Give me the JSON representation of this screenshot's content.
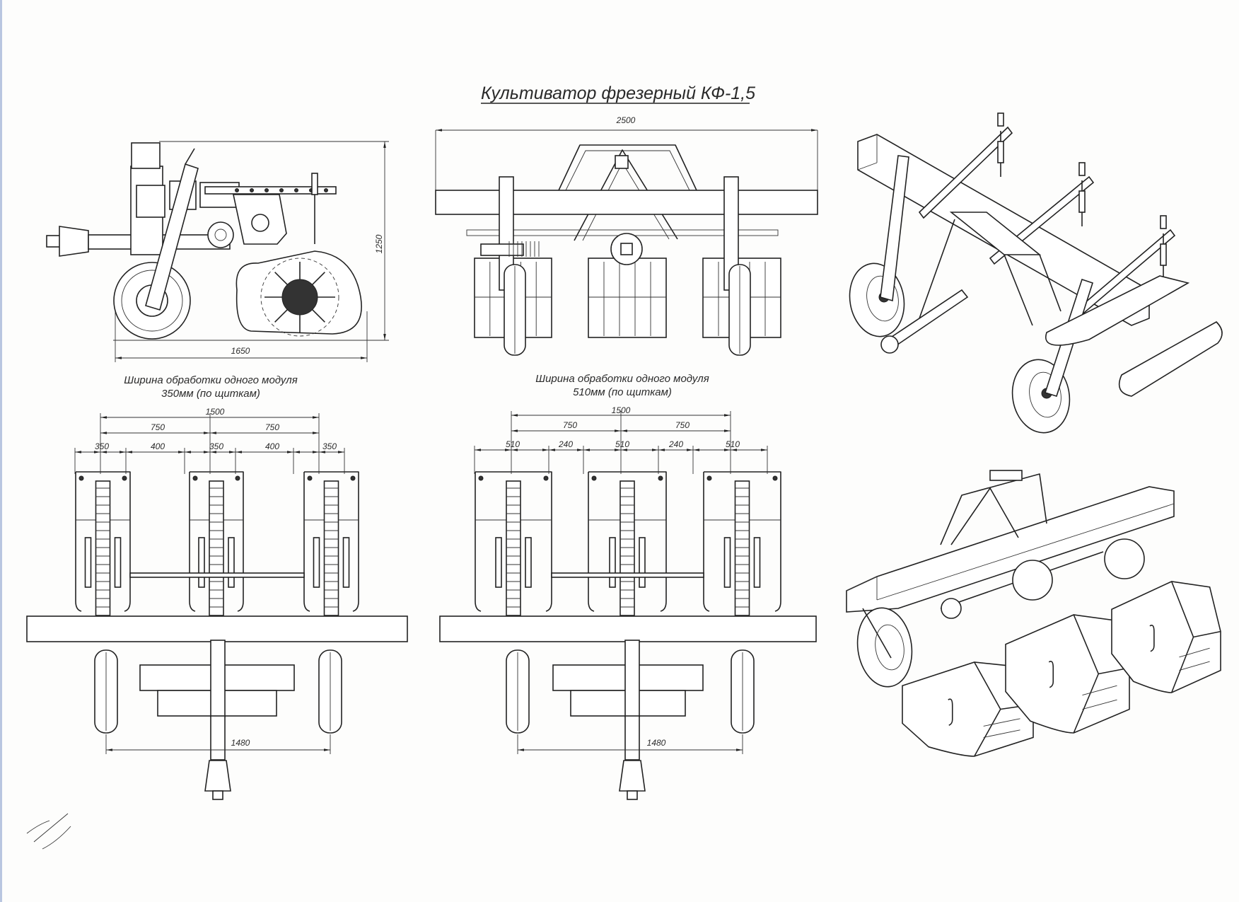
{
  "title": "Культиватор фрезерный КФ-1,5",
  "side_view": {
    "height_dim": "1250",
    "length_dim": "1650"
  },
  "front_view": {
    "width_dim": "2500"
  },
  "plan_350": {
    "caption_line1": "Ширина обработки одного модуля",
    "caption_line2": "350мм (по щиткам)",
    "total": "1500",
    "halves": [
      "750",
      "750"
    ],
    "segments": [
      "350",
      "400",
      "350",
      "400",
      "350"
    ],
    "wheel_track": "1480"
  },
  "plan_510": {
    "caption_line1": "Ширина обработки одного модуля",
    "caption_line2": "510мм (по щиткам)",
    "total": "1500",
    "halves": [
      "750",
      "750"
    ],
    "segments": [
      "510",
      "240",
      "510",
      "240",
      "510"
    ],
    "wheel_track": "1480"
  },
  "colors": {
    "ink": "#222222",
    "paper": "#fdfdfc"
  }
}
